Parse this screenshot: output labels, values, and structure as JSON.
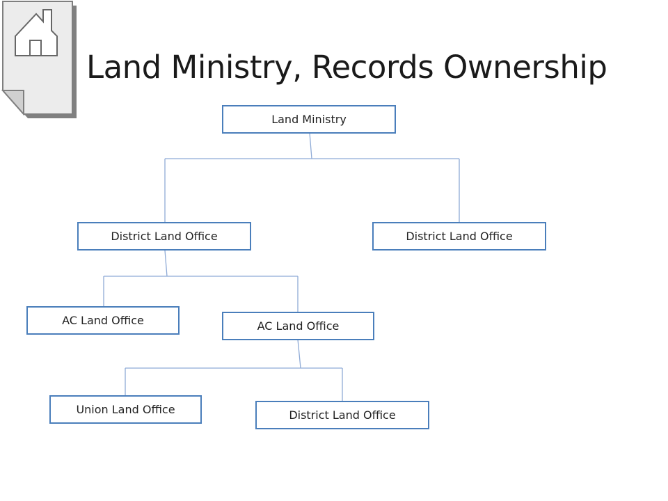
{
  "title": "Land Ministry, Records Ownership",
  "icon": {
    "name": "house-document-icon"
  },
  "colors": {
    "box_border": "#4a7ebb",
    "connector": "#8eaad6",
    "title_text": "#1a1a1a"
  },
  "org_chart": {
    "root": "Land Ministry",
    "level1": [
      "District Land Office",
      "District Land Office"
    ],
    "level2": [
      "AC Land Office",
      "AC Land Office"
    ],
    "level3": [
      "Union Land Office",
      "District Land Office"
    ]
  }
}
